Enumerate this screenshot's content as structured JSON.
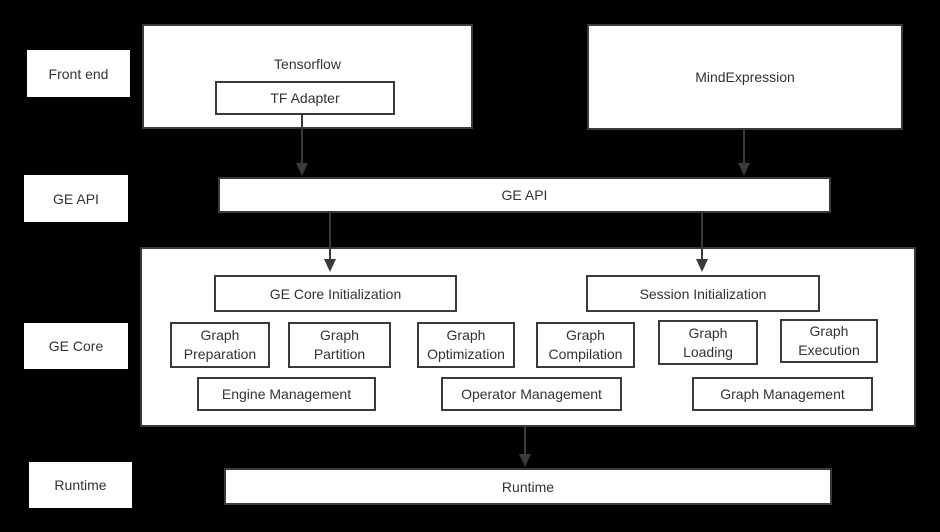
{
  "colors": {
    "background": "#000000",
    "box_fill": "#ffffff",
    "box_border": "#3a3a3a",
    "text": "#333333",
    "arrow": "#3a3a3a"
  },
  "row_labels": {
    "front_end": "Front end",
    "ge_api": "GE API",
    "ge_core": "GE Core",
    "runtime": "Runtime"
  },
  "frontend": {
    "tensorflow": "Tensorflow",
    "tf_adapter": "TF Adapter",
    "mindexpression": "MindExpression"
  },
  "api": {
    "label": "GE API"
  },
  "core": {
    "init_left": "GE Core Initialization",
    "init_right": "Session Initialization",
    "modules": [
      "Graph Preparation",
      "Graph Partition",
      "Graph Optimization",
      "Graph Compilation",
      "Graph Loading",
      "Graph Execution"
    ],
    "management": [
      "Engine Management",
      "Operator Management",
      "Graph Management"
    ]
  },
  "runtime": {
    "label": "Runtime"
  }
}
